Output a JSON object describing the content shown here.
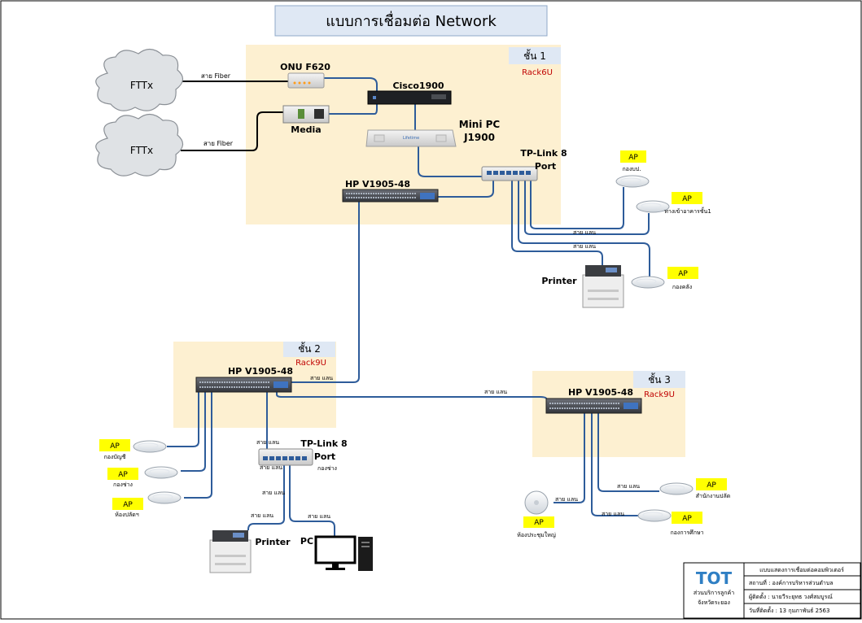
{
  "title": "แบบการเชื่อมต่อ Network",
  "floors": {
    "f1": {
      "label": "ชั้น 1",
      "rack": "Rack6U"
    },
    "f2": {
      "label": "ชั้น 2",
      "rack": "Rack9U"
    },
    "f3": {
      "label": "ชั้น 3",
      "rack": "Rack9U"
    }
  },
  "clouds": {
    "c1": "FTTx",
    "c2": "FTTx"
  },
  "fiber": {
    "a": "สาย Fiber",
    "b": "สาย Fiber"
  },
  "devices": {
    "onu": "ONU F620",
    "cisco": "Cisco1900",
    "media": "Media",
    "minipc1": "Mini PC",
    "minipc2": "J1900",
    "tplink1_a": "TP-Link 8",
    "tplink1_b": "Port",
    "hp1": "HP V1905-48",
    "hp2": "HP V1905-48",
    "hp3": "HP V1905-48",
    "tplink2_a": "TP-Link 8",
    "tplink2_b": "Port",
    "printer1": "Printer",
    "printer2": "Printer",
    "pc": "PC"
  },
  "lan": "สาย แลน",
  "ap_tag": "AP",
  "aps": {
    "a1": "กองบป.",
    "a2": "ทางเข้าอาคารชั้น1",
    "a3": "กองคลัง",
    "a4": "กองบัญชี",
    "a5": "กองช่าง",
    "a6": "ห้องปลัดฯ",
    "a7": "ห้องประชุมใหญ่",
    "a8": "สำนักงานปลัด",
    "a9": "กองการศึกษา",
    "tp_note": "กองช่าง"
  },
  "info": {
    "company_logo": "TOT",
    "company_name1": "ส่วนบริการลูกค้า",
    "company_name2": "จังหวัดระยอง",
    "r1": "แบบแสดงการเชื่อมต่อคอมพิวเตอร์",
    "r2": "สถานที่ : องค์การบริหารส่วนตำบล",
    "r3": "ผู้ติดตั้ง : นายวีระยุทธ วงศ์สมบูรณ์",
    "r4": "วันที่ติดตั้ง : 13 กุมภาพันธ์ 2563"
  }
}
